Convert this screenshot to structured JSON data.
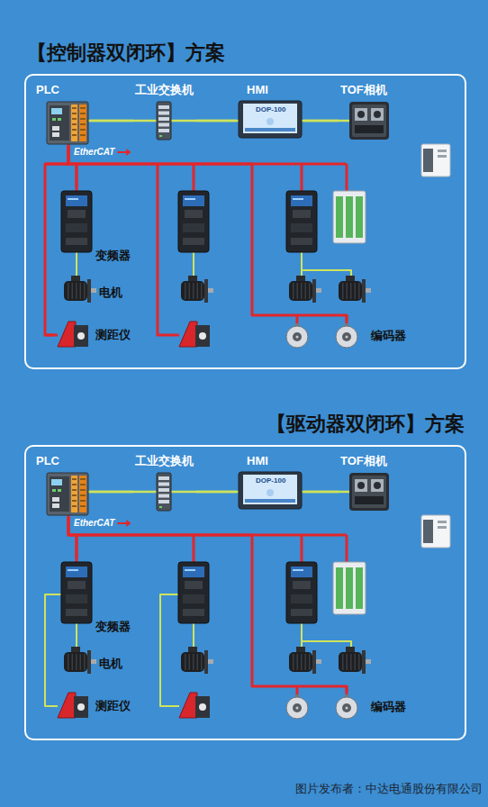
{
  "diagram": {
    "nodes": [
      {
        "text": [
          "【控制器双闭环】方案"
        ]
      },
      {
        "text": [
          "PLC"
        ],
        "in": 0
      },
      {
        "text": [
          "工业交换机"
        ],
        "in": 0
      },
      {
        "text": [
          "HMI"
        ],
        "in": 0
      },
      {
        "text": [
          "TOF相机"
        ],
        "in": 0
      },
      {
        "text": [
          "变频器"
        ],
        "in": 0
      },
      {
        "text": [
          "电机"
        ],
        "in": 0
      },
      {
        "text": [
          "测距仪"
        ],
        "in": 0
      },
      {
        "text": [
          "编码器"
        ],
        "in": 0
      },
      {
        "text": [
          "【驱动器双闭环】方案"
        ]
      },
      {
        "text": [
          "PLC"
        ],
        "in": 9
      },
      {
        "text": [
          "工业交换机"
        ],
        "in": 9
      },
      {
        "text": [
          "HMI"
        ],
        "in": 9
      },
      {
        "text": [
          "TOF相机"
        ],
        "in": 9
      },
      {
        "text": [
          "变频器"
        ],
        "in": 9
      },
      {
        "text": [
          "电机"
        ],
        "in": 9
      },
      {
        "text": [
          "测距仪"
        ],
        "in": 9
      },
      {
        "text": [
          "编码器"
        ],
        "in": 9
      }
    ],
    "edges": [
      {
        "from": 1,
        "to": 2,
        "arrow": "none"
      },
      {
        "from": 2,
        "to": 3,
        "arrow": "none"
      },
      {
        "from": 3,
        "to": 4,
        "arrow": "none"
      },
      {
        "from": 1,
        "to": 5,
        "arrow": "none"
      },
      {
        "from": 5,
        "to": 6,
        "arrow": "none"
      },
      {
        "from": 1,
        "to": 7,
        "arrow": "none"
      },
      {
        "from": 1,
        "to": 8,
        "arrow": "none"
      },
      {
        "from": 10,
        "to": 11,
        "arrow": "none"
      },
      {
        "from": 11,
        "to": 12,
        "arrow": "none"
      },
      {
        "from": 12,
        "to": 13,
        "arrow": "none"
      },
      {
        "from": 10,
        "to": 14,
        "arrow": "none"
      },
      {
        "from": 14,
        "to": 15,
        "arrow": "none"
      },
      {
        "from": 14,
        "to": 16,
        "arrow": "none"
      },
      {
        "from": 10,
        "to": 17,
        "arrow": "none"
      }
    ],
    "labels": [
      "DOP-100",
      "EtherCAT",
      "DOP-100",
      "EtherCAT",
      "图片发布者：中达电通股份有限公司"
    ]
  }
}
